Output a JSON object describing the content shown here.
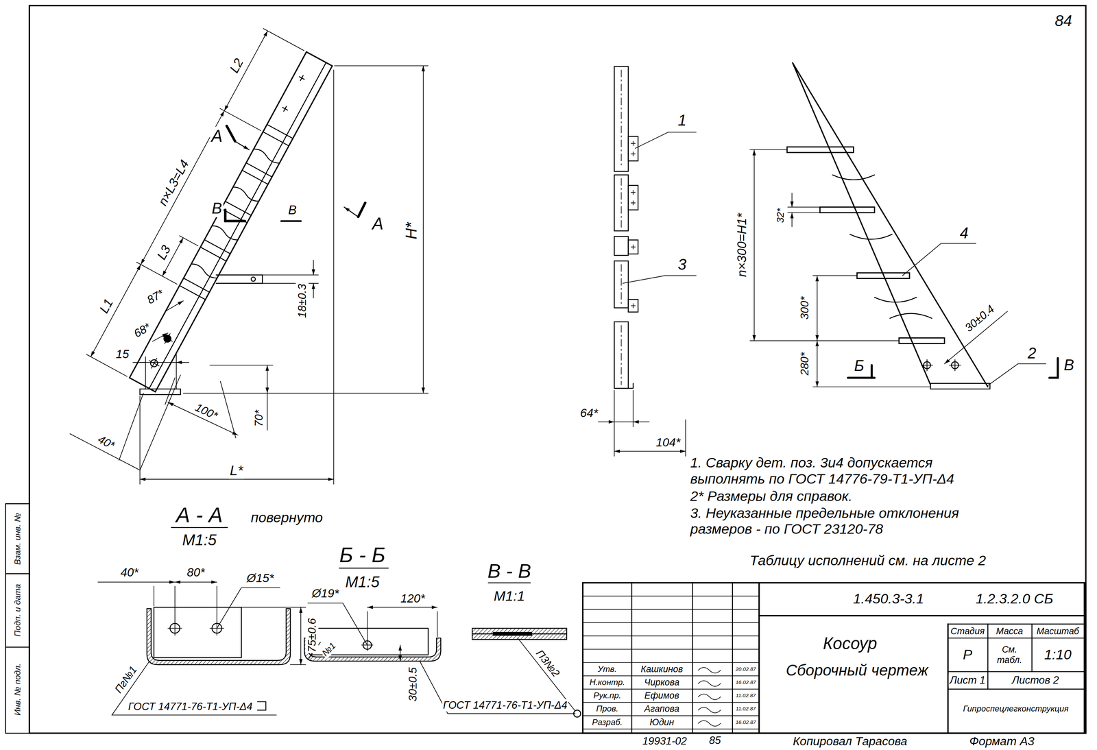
{
  "diagram": {
    "labels": [
      "84",
      "L2",
      "А",
      "А",
      "n×L3=L4",
      "В",
      "В",
      "L3",
      "L1",
      "87*",
      "68*",
      "18±0.3",
      "15",
      "H*",
      "100*",
      "70*",
      "40*",
      "L*",
      "1",
      "3",
      "64*",
      "104*",
      "n×300=H1*",
      "32*",
      "4",
      "300*",
      "30±0.4",
      "280*",
      "Б",
      "2",
      "В",
      "1. Сварку дет. поз. 3и4 допускается выполнять по ГОСТ 14776-79-Т1-УП-Δ4",
      "2* Размеры для справок.",
      "3. Неуказанные предельные отклонения размеров - по ГОСТ 23120-78",
      "Таблицу исполнений см. на листе 2",
      "А - А",
      "повернуто",
      "М1:5",
      "Б - Б",
      "М1:5",
      "В - В",
      "М1:1",
      "40*",
      "80*",
      "Ø15*",
      "75±0.6",
      "Пг№1",
      "ГОСТ 14771-76-Т1-УП-Δ4",
      "Ø19*",
      "120*",
      "№1",
      "30±0.5",
      "ГОСТ 14771-76-Т1-УП-Δ4",
      "П3№2",
      "1.450.3-3.1",
      "1.2.3.2.0 СБ",
      "Косоур",
      "Сборочный чертеж",
      "Стадия",
      "Масса",
      "Масштаб",
      "Р",
      "См. табл.",
      "1:10",
      "Лист 1",
      "Листов 2",
      "Гипроспецлегконструкция",
      "Утв.",
      "Кашкинов",
      "20.02.87",
      "Н.контр.",
      "Чиркова",
      "16.02.87",
      "Рук.пр.",
      "Ефимов",
      "11.02.87",
      "Пров.",
      "Агапова",
      "11.02.87",
      "Разраб.",
      "Юдин",
      "16.02.87",
      "19931-02",
      "85",
      "Копировал Тарасова",
      "Формат А3",
      "Инв. № подл.",
      "Подп. и дата",
      "Взам. инв. №"
    ]
  }
}
